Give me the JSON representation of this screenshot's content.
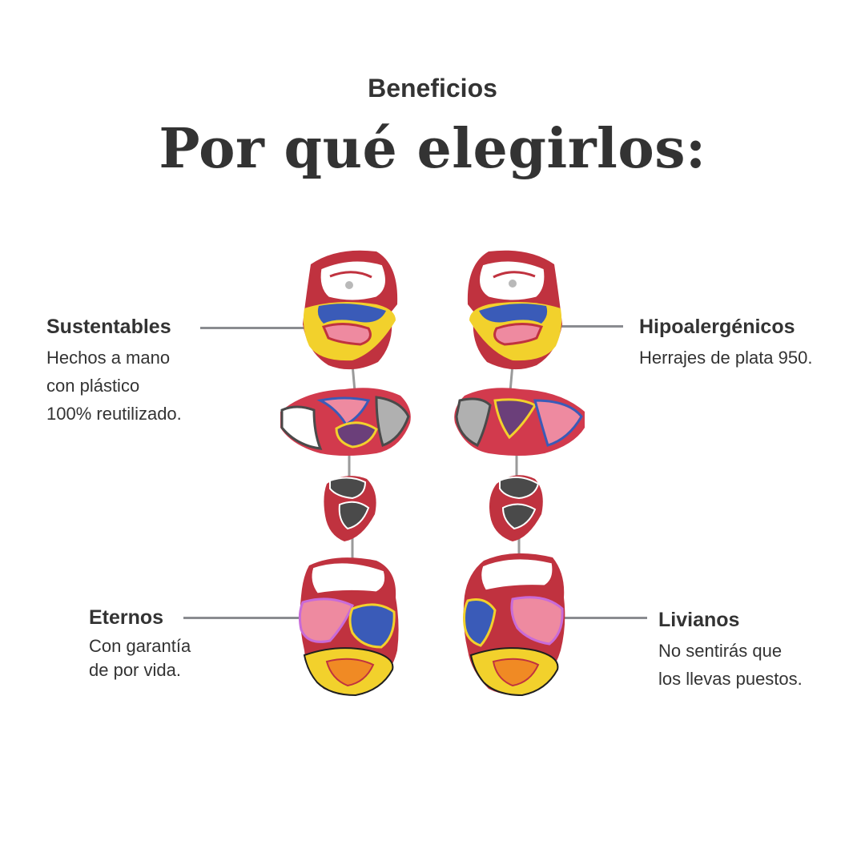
{
  "header": {
    "eyebrow": "Beneficios",
    "title": "Por qué elegirlos:"
  },
  "benefits": {
    "sustentables": {
      "title": "Sustentables",
      "lines": [
        "Hechos a mano",
        "con plástico",
        "100% reutilizado."
      ]
    },
    "hipoalergenicos": {
      "title": "Hipoalergénicos",
      "lines": [
        "Herrajes de plata 950."
      ]
    },
    "eternos": {
      "title": "Eternos",
      "lines": [
        "Con garantía",
        "de por vida."
      ]
    },
    "livianos": {
      "title": "Livianos",
      "lines": [
        "No sentirás que",
        "los llevas puestos."
      ]
    }
  },
  "colors": {
    "text": "#333333",
    "leader_line": "#8a8c90",
    "earring_red": "#c0323f",
    "earring_yellow": "#f2d12c",
    "earring_blue": "#3a5bb8",
    "earring_pink": "#ee8aa0",
    "earring_gray": "#4a4a4a",
    "earring_orange": "#f08a24"
  },
  "image": {
    "subject": "earrings-product-photo"
  }
}
